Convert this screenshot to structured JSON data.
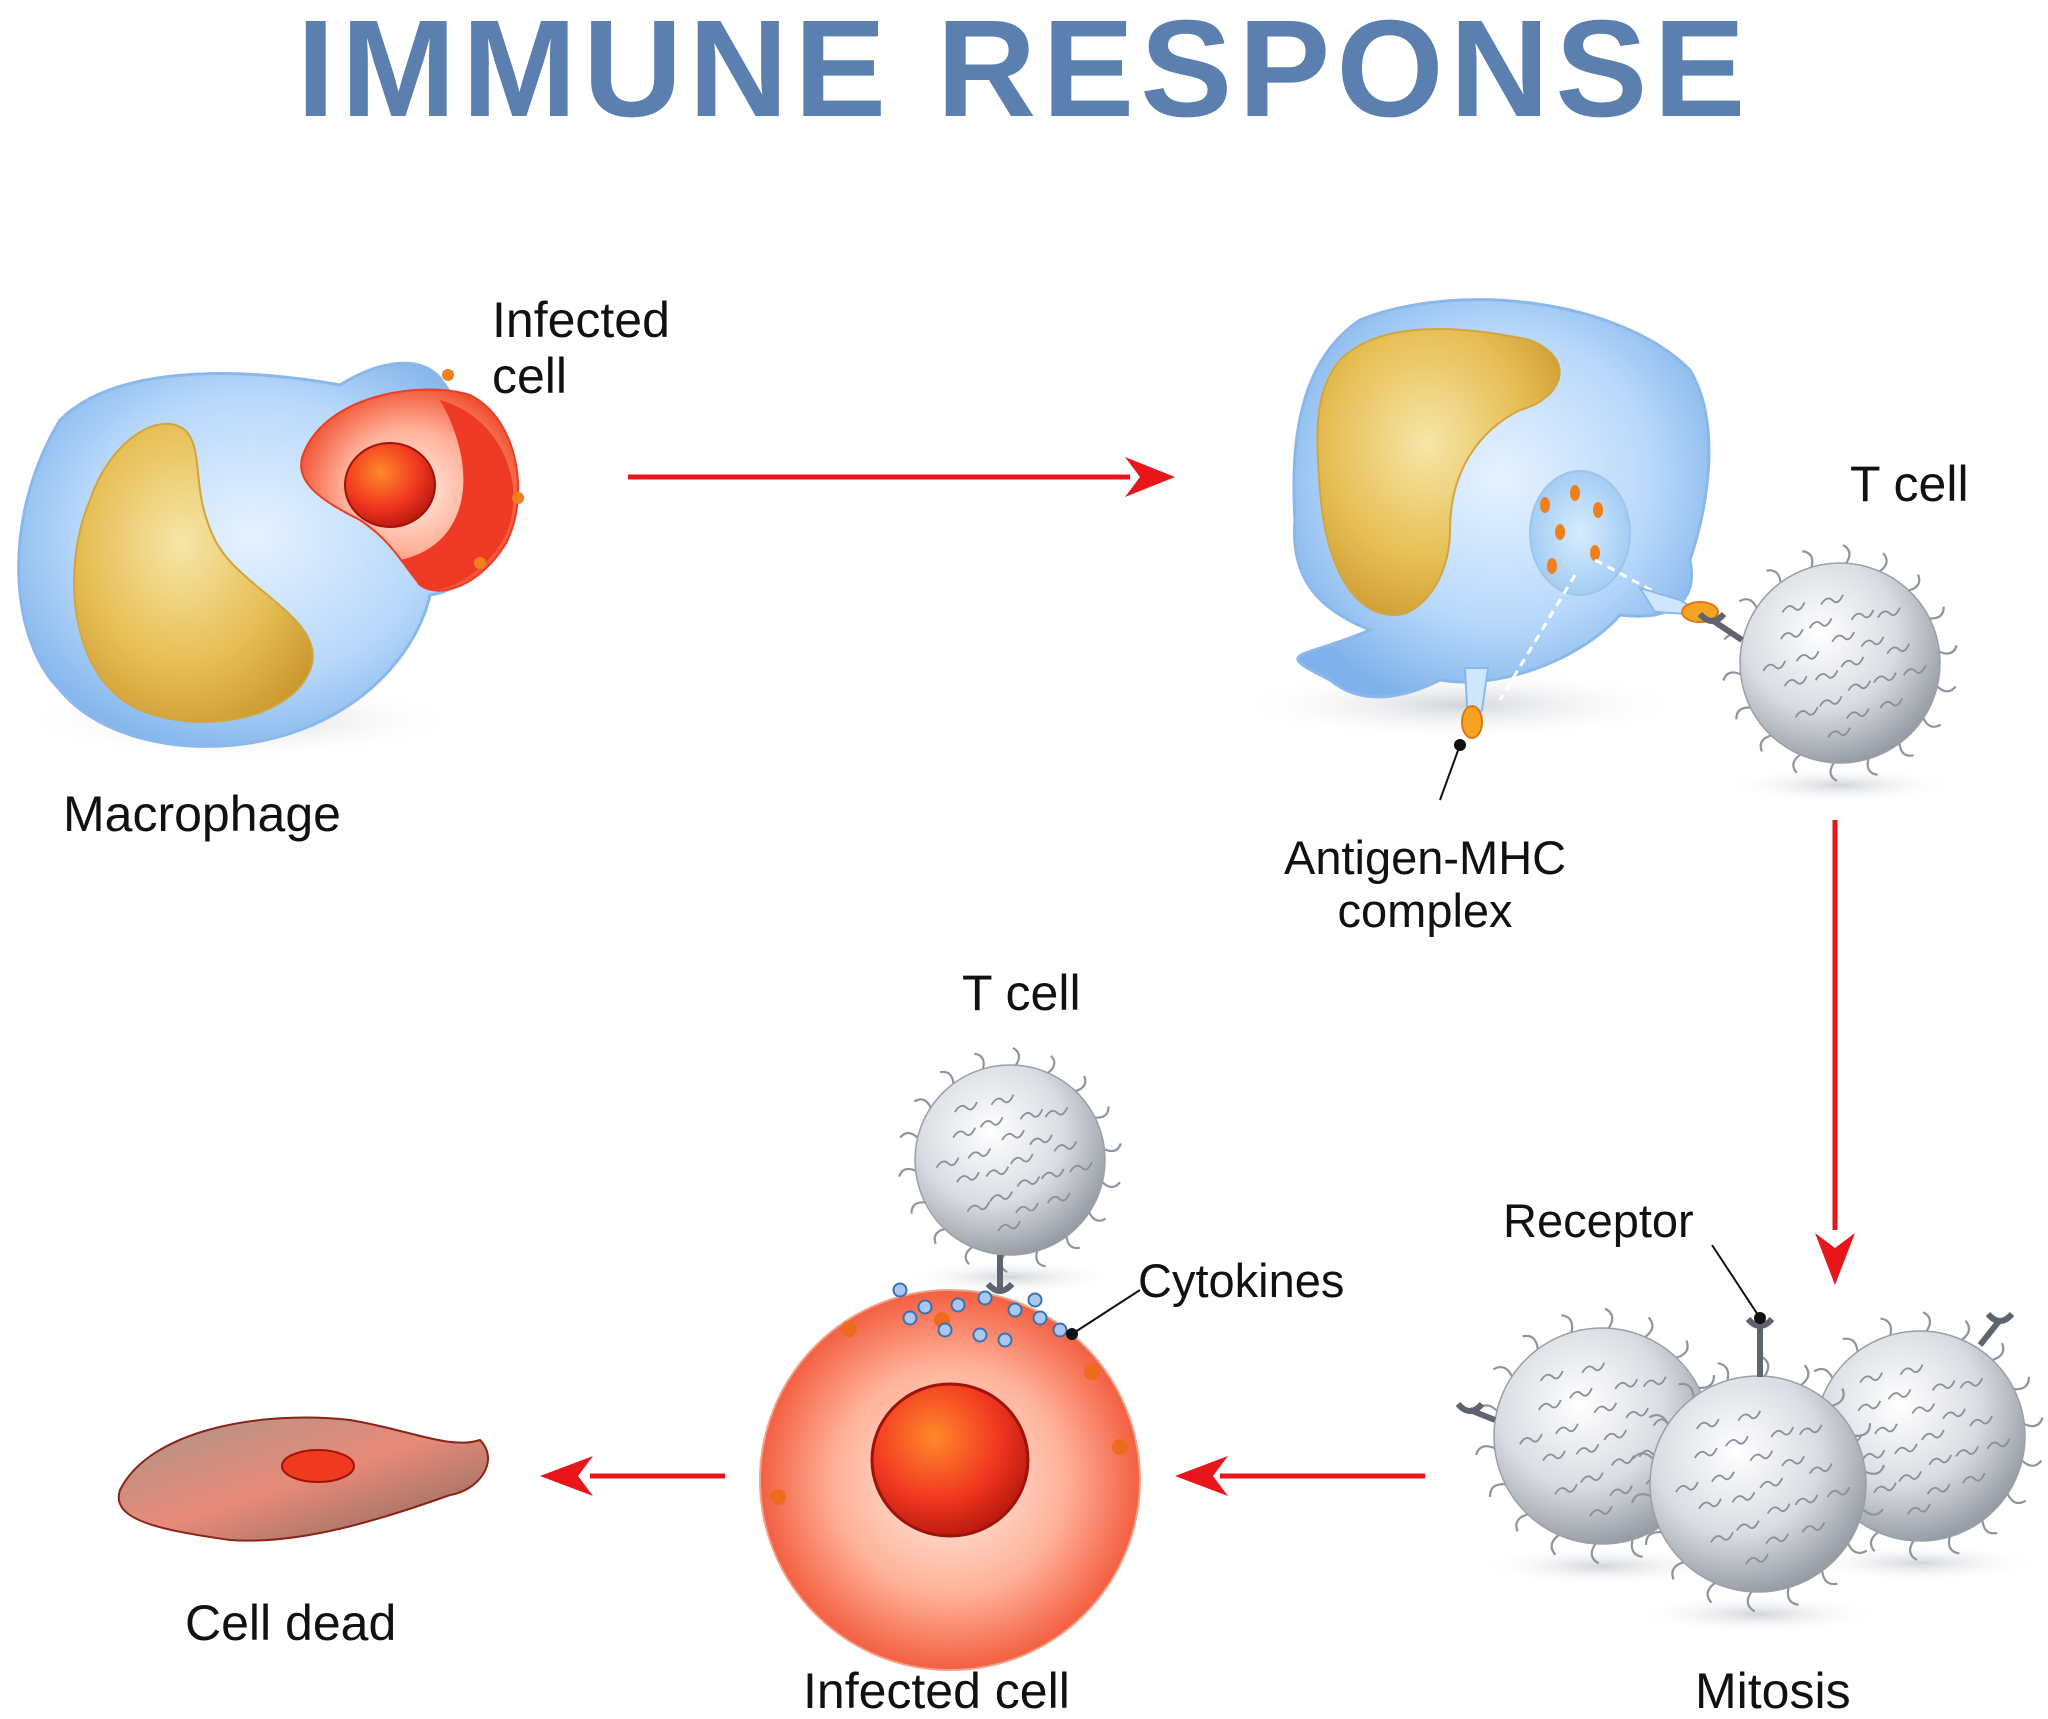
{
  "title": "IMMUNE RESPONSE",
  "colors": {
    "title": "#5b7fae",
    "arrow": "#e8161b",
    "macrophage": "#9fc8f5",
    "nucleus": "#e0b64c",
    "infected": "#ee3a25",
    "tcell": "#c9ccd2"
  },
  "labels": {
    "infected_cell_top_line1": "Infected",
    "infected_cell_top_line2": "cell",
    "macrophage": "Macrophage",
    "t_cell_right": "T cell",
    "antigen_mhc_line1": "Antigen-MHC",
    "antigen_mhc_line2": "complex",
    "t_cell_center": "T cell",
    "cytokines": "Cytokines",
    "receptor": "Receptor",
    "cell_dead": "Cell dead",
    "infected_cell_bottom": "Infected cell",
    "mitosis": "Mitosis"
  }
}
